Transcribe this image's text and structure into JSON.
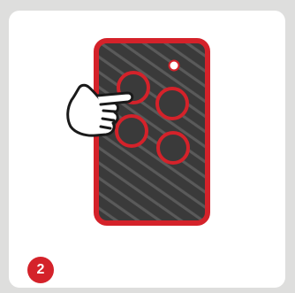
{
  "step": {
    "number": "2"
  },
  "remote": {
    "buttons": 4,
    "body_color": "#3a3a3a",
    "stripe_color": "#5a5a5a",
    "outline_color": "#d4222a",
    "button_outline_color": "#d4222a",
    "led_color": "#ffffff",
    "icon": "remote-control-icon"
  },
  "hand": {
    "icon": "pointing-hand-icon",
    "pressing": "top-left button"
  },
  "colors": {
    "page_background": "#dededd",
    "card_background": "#ffffff",
    "accent": "#d4222a"
  }
}
